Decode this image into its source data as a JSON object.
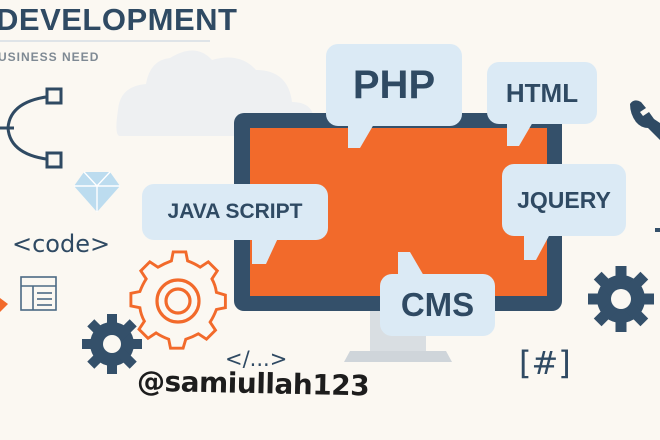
{
  "banner": {
    "headline": "DEVELOPMENT",
    "subline": "USINESS NEED"
  },
  "code_snippets": {
    "code_tag": "<code>",
    "close_tag": "</...>",
    "hash_tag": "[#]"
  },
  "bubbles": {
    "php": "PHP",
    "html": "HTML",
    "javascript": "JAVA SCRIPT",
    "jquery": "JQUERY",
    "cms": "CMS"
  },
  "handle": "@samiullah123",
  "colors": {
    "navy": "#2f4a63",
    "orange": "#f26a2b",
    "bubble": "#dbeaf5",
    "background": "#fbf8f2"
  },
  "icons": [
    "bezier-curve-icon",
    "diamond-icon",
    "layout-icon",
    "cloud-icon",
    "gear-icon",
    "wrench-icon",
    "monitor-icon"
  ]
}
